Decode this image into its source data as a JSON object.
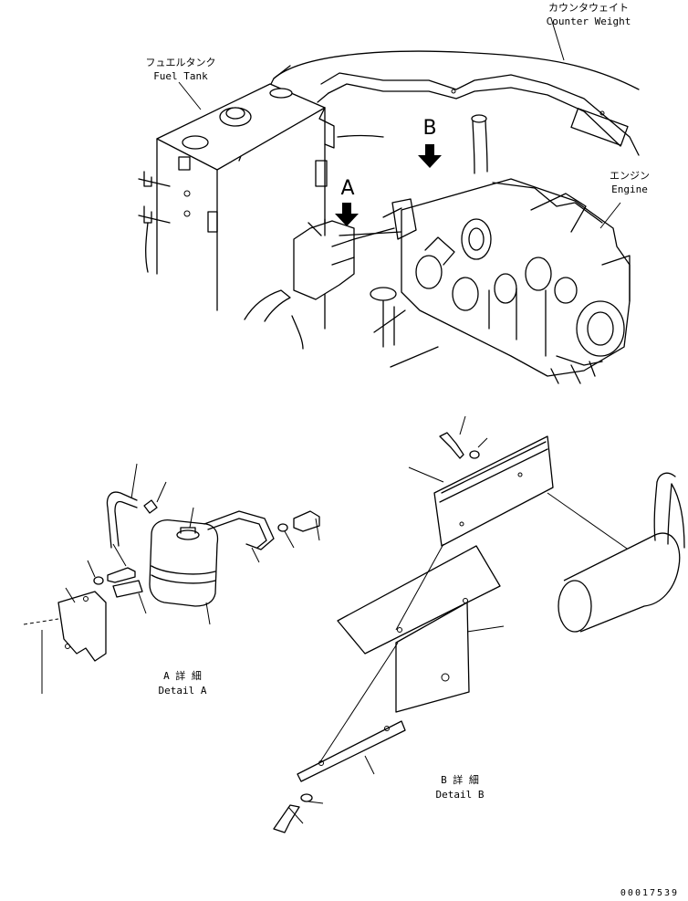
{
  "labels": {
    "counter_weight_jp": "カウンタウェイト",
    "counter_weight_en": "Counter Weight",
    "fuel_tank_jp": "フュエルタンク",
    "fuel_tank_en": "Fuel Tank",
    "engine_jp": "エンジン",
    "engine_en": "Engine",
    "view_a": "A",
    "view_b": "B",
    "detail_a_jp": "A 詳 細",
    "detail_a_en": "Detail A",
    "detail_b_jp": "B 詳 細",
    "detail_b_en": "Detail B",
    "document_number": "00017539"
  }
}
